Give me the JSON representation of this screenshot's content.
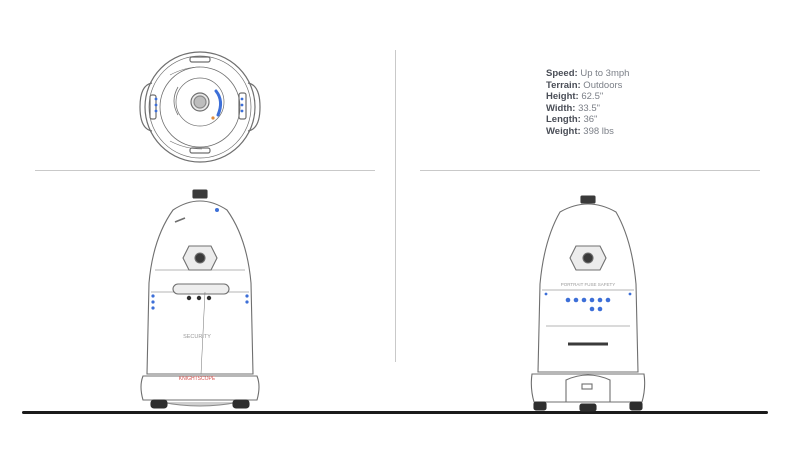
{
  "specs": [
    {
      "label": "Speed:",
      "value": " Up to 3mph"
    },
    {
      "label": "Terrain:",
      "value": " Outdoors"
    },
    {
      "label": "Height:",
      "value": " 62.5\""
    },
    {
      "label": "Width:",
      "value": " 33.5\""
    },
    {
      "label": "Length:",
      "value": " 36\""
    },
    {
      "label": "Weight:",
      "value": " 398 lbs"
    }
  ],
  "robot_side": {
    "body_text": "SECURITY",
    "logo_text": "KNIGHTSCOPE"
  },
  "robot_front": {
    "panel_text": "PORTRAIT FUSE SAFETY"
  },
  "colors": {
    "outline": "#6f6f6f",
    "accent_blue": "#3d6fd8",
    "accent_red": "#d9534f",
    "ground": "#1b1b1b"
  }
}
